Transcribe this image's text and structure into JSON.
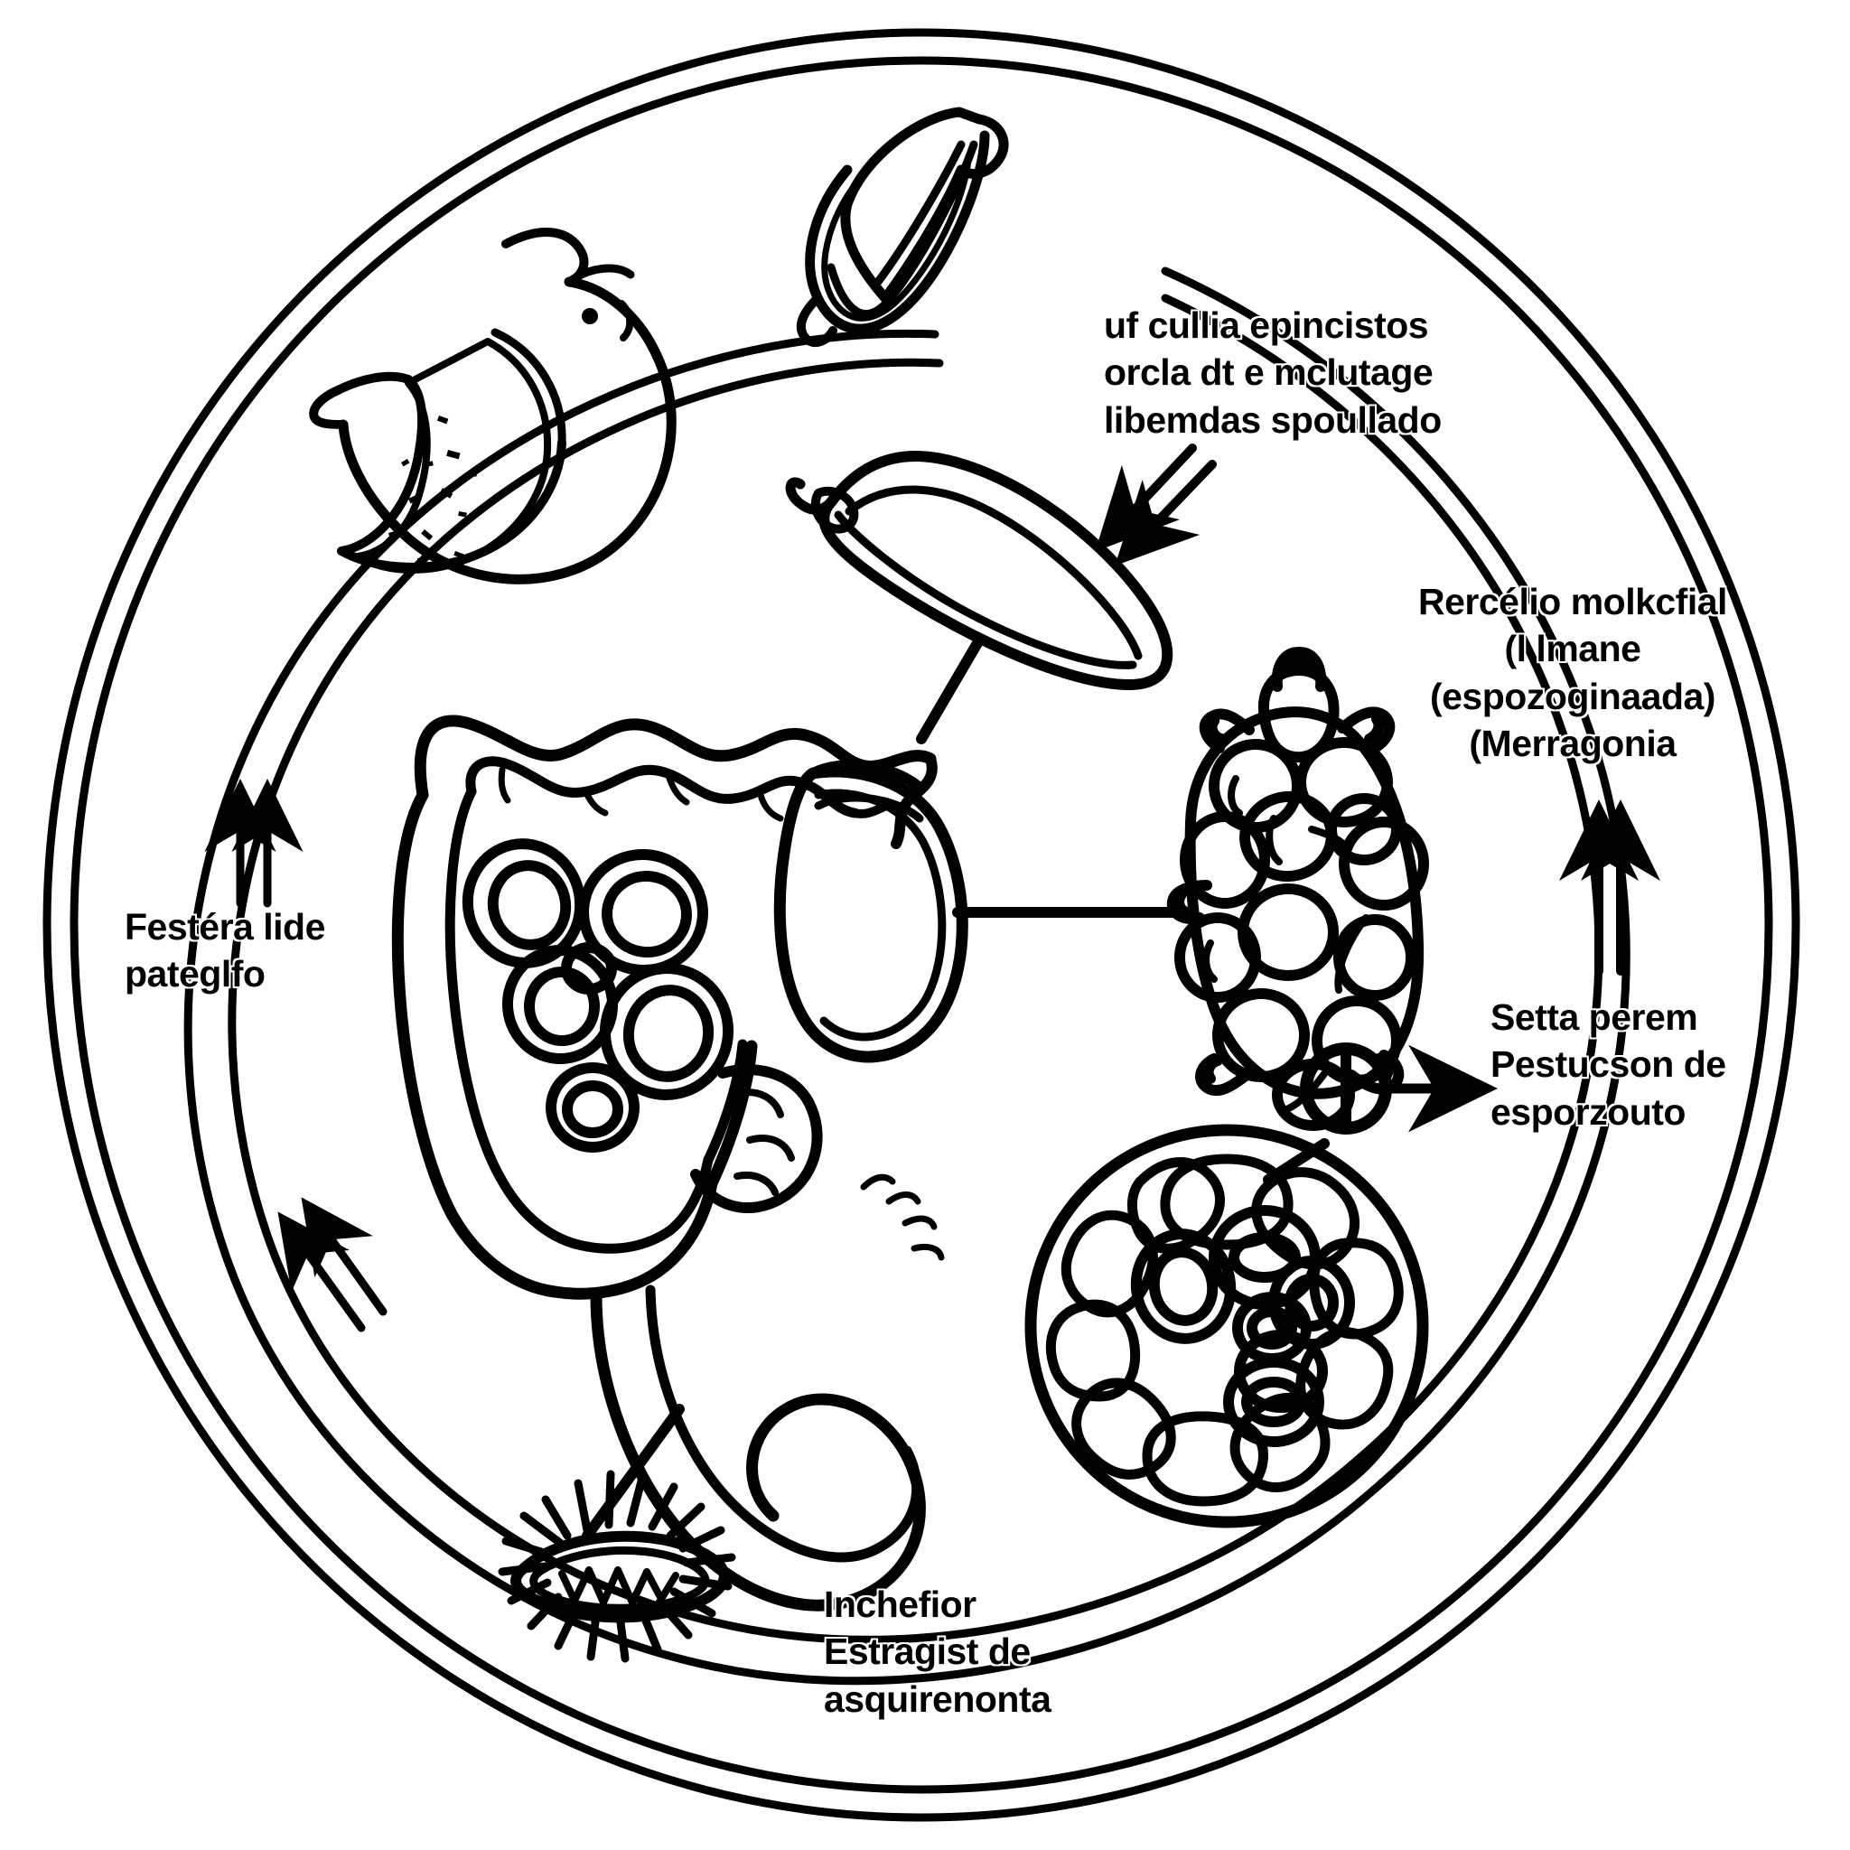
{
  "diagram": {
    "type": "life-cycle-circular-diagram",
    "style": "black-and-white line art",
    "background_color": "#ffffff",
    "stroke_color": "#000000",
    "outer_rings": 2,
    "labels": [
      {
        "id": "label-top-right",
        "position": "top-right",
        "align": "left",
        "lines": [
          "uf cullia epincistos",
          "orcla dt e mclutage",
          "libemdas spoullado"
        ]
      },
      {
        "id": "label-right",
        "position": "right",
        "align": "center",
        "lines": [
          "Rercélio molkcfial",
          "(l lmane",
          "(espozoginaada)",
          "(Merragonia"
        ]
      },
      {
        "id": "label-left",
        "position": "left",
        "align": "left",
        "lines": [
          "Festéra lide",
          "pateglfo"
        ]
      },
      {
        "id": "label-lower-right",
        "position": "lower-right",
        "align": "left",
        "lines": [
          "Setta perem",
          "Pestucson de",
          "esporzouto"
        ]
      },
      {
        "id": "label-bottom",
        "position": "bottom",
        "align": "left",
        "lines": [
          "Inchefior",
          "Estragist de",
          "asquirenonta"
        ]
      }
    ],
    "nodes": [
      {
        "id": "oocyst-top",
        "name": "oocyst-top-shape",
        "description": "elongated pointed oocyst at top of cycle"
      },
      {
        "id": "sporulated-cell-left",
        "name": "sporulated-cell-shape",
        "description": "crescent shaped cell with stippled interior, upper left"
      },
      {
        "id": "merozoite-mid",
        "name": "merozoite-shape",
        "description": "elongated banana shaped merozoite, upper middle"
      },
      {
        "id": "intestine",
        "name": "intestine-illustration",
        "description": "large intestine / colon with infected epithelial cells, center"
      },
      {
        "id": "schizont-cluster",
        "name": "schizont-cluster-shape",
        "description": "spiked grape-like merozoite cluster, right"
      },
      {
        "id": "sporocyst-round",
        "name": "sporocyst-round-shape",
        "description": "round sporulated oocyst with radial internal cells, lower right"
      },
      {
        "id": "ring-node",
        "name": "ring-node",
        "description": "small circular junction node, right"
      },
      {
        "id": "spiky-oocyst",
        "name": "spiky-oocyst-shape",
        "description": "spiny lens-shaped structure, bottom left"
      }
    ],
    "arrows": [
      {
        "id": "arrow-left-upper",
        "direction": "up",
        "on": "inner-ring"
      },
      {
        "id": "arrow-left-lower",
        "direction": "up-left",
        "on": "inner-ring"
      },
      {
        "id": "arrow-top-right-callout",
        "direction": "down-left"
      },
      {
        "id": "arrow-right-vertical",
        "direction": "up"
      },
      {
        "id": "arrow-ring-node",
        "direction": "right"
      }
    ]
  }
}
